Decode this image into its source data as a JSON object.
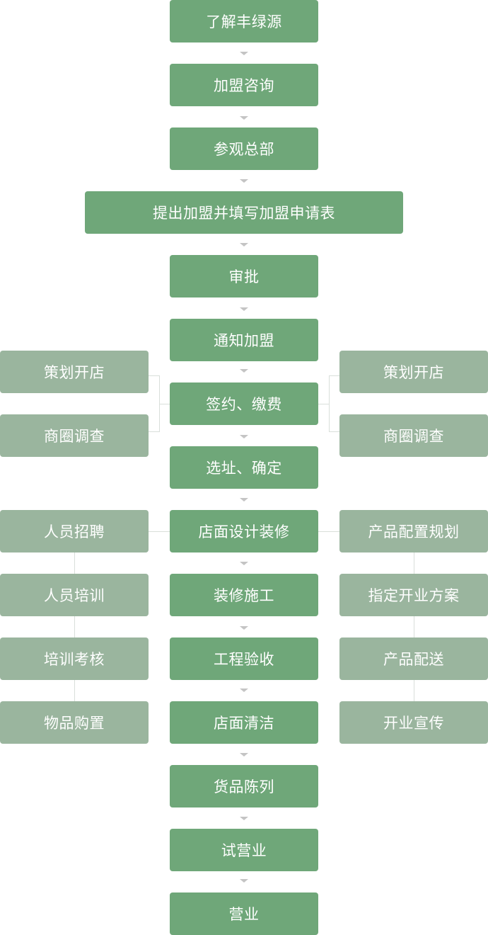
{
  "flow": {
    "steps": [
      "了解丰绿源",
      "加盟咨询",
      "参观总部",
      "提出加盟并填写加盟申请表",
      "审批",
      "通知加盟",
      "签约、缴费",
      "选址、确定",
      "店面设计装修",
      "装修施工",
      "工程验收",
      "店面清洁",
      "货品陈列",
      "试营业",
      "营业"
    ]
  },
  "sign_branch": {
    "left": [
      "策划开店",
      "商圈调查"
    ],
    "right": [
      "策划开店",
      "商圈调查"
    ]
  },
  "design_branch": {
    "left": [
      "人员招聘",
      "人员培训",
      "培训考核",
      "物品购置"
    ],
    "right": [
      "产品配置规划",
      "指定开业方案",
      "产品配送",
      "开业宣传"
    ]
  },
  "colors": {
    "main_box": "#6fa779",
    "side_box": "#9ab59e",
    "connector": "#d9dfda",
    "arrow": "#c4c4c4"
  }
}
